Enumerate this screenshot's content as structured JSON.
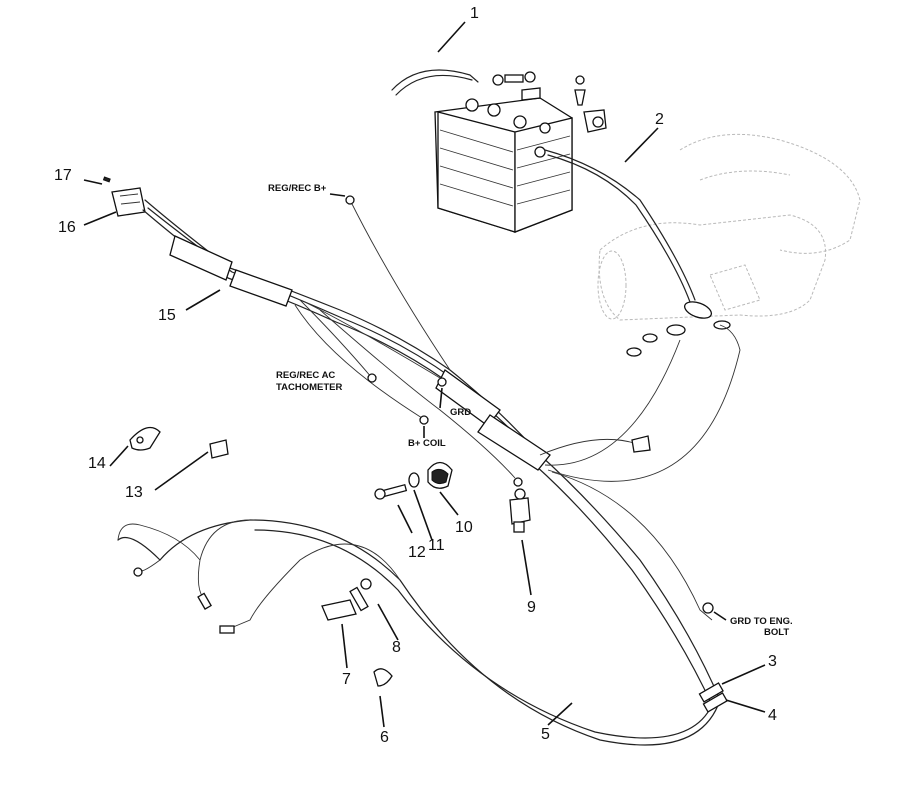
{
  "callouts": {
    "c1": "1",
    "c2": "2",
    "c3": "3",
    "c4": "4",
    "c5": "5",
    "c6": "6",
    "c7": "7",
    "c8": "8",
    "c9": "9",
    "c10": "10",
    "c11": "11",
    "c12": "12",
    "c13": "13",
    "c14": "14",
    "c15": "15",
    "c16": "16",
    "c17": "17"
  },
  "labels": {
    "reg_rec_b": "REG/REC B+",
    "reg_rec_ac": "REG/REC AC",
    "tachometer": "TACHOMETER",
    "grd": "GRD",
    "b_coil": "B+ COIL",
    "grd_to_eng": "GRD TO ENG.",
    "bolt": "BOLT"
  }
}
